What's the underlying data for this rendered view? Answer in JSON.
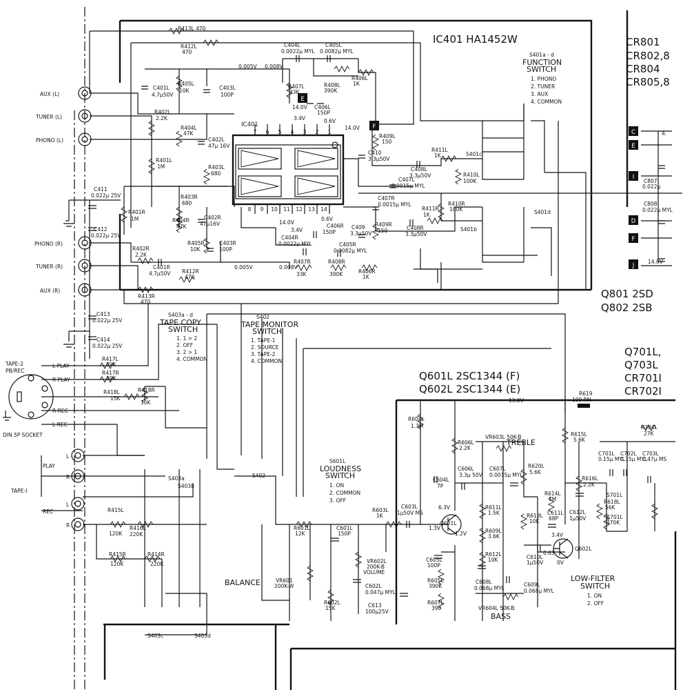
{
  "ic": {
    "title": "IC401  HA1452W",
    "body_label": "IC401",
    "pins_top": [
      "7",
      "6",
      "5",
      "4",
      "3",
      "2",
      "1"
    ],
    "pins_bottom": [
      "8",
      "9",
      "10",
      "11",
      "12",
      "13",
      "14"
    ],
    "node_E": "E",
    "node_F": "F"
  },
  "top_right": {
    "cr_lines": [
      "CR801",
      "CR802,8",
      "CR804",
      "CR805,8"
    ],
    "q_lines": [
      "Q801  2SD",
      "Q802  2SB"
    ],
    "q7_lines": [
      "Q701L,",
      "Q703L",
      "CR701I",
      "CR702I"
    ]
  },
  "transistors": {
    "q601": "Q601L    2SC1344 (F)",
    "q602": "Q602L    2SC1344 (E)"
  },
  "function_switch": {
    "ref": "S401a - d",
    "title1": "FUNCTION",
    "title2": "SWITCH",
    "items": [
      "1. PHONO",
      "2. TUNER",
      "3. AUX",
      "4. COMMON"
    ],
    "s401c": "S401c",
    "s401b": "S401b",
    "s401d": "S401d"
  },
  "tape_copy": {
    "ref": "S403a - d",
    "title1": "TAPE COPY",
    "title2": "SWITCH",
    "items": [
      "1. 1 > 2",
      "2. OFF",
      "3. 2 > 1",
      "4. COMMON"
    ],
    "s403a": "S403a",
    "s403b": "S403b",
    "s403c": "S403c",
    "s403d": "S403d"
  },
  "tape_monitor": {
    "ref": "S402",
    "title1": "TAPE MONITOR",
    "title2": "SWITCH",
    "items": [
      "1. TAPE-1",
      "2. SOURCE",
      "3. TAPE-2",
      "4. COMMON"
    ],
    "sw": "S402"
  },
  "loudness": {
    "ref": "S601L",
    "title1": "LOUDNESS",
    "title2": "SWITCH",
    "items": [
      "1. ON",
      "2. COMMON",
      "3. OFF"
    ]
  },
  "low_filter": {
    "title1": "LOW-FILTER",
    "title2": "SWITCH",
    "items": [
      "1. ON",
      "2. OFF"
    ]
  },
  "jacks": {
    "aux_l": "AUX (L)",
    "tuner_l": "TUNER (L)",
    "phono_l": "PHONO (L)",
    "phono_r": "PHONO (R)",
    "tuner_r": "TUNER (R)",
    "aux_r": "AUX (R)",
    "tape2": "TAPE-2",
    "pbrec": "PB/REC",
    "din": "DIN 5P SOCKET",
    "l_play": "L  PLAY",
    "r_play": "R  PLAY",
    "l_rec": "L  REC",
    "r_rec": "R  REC",
    "play": "PLAY",
    "rec": "REC",
    "tape1": "TAPE-I",
    "l": "L",
    "r": "R"
  },
  "labels": {
    "balance": "BALANCE",
    "treble": "TREBLE",
    "bass": "BASS",
    "volume": "VOLUME",
    "rail": "13.0V",
    "r619": "R619",
    "r619v": "100 RN"
  },
  "components": {
    "r413l": "R413L 470",
    "r412l": "R412L",
    "r412l_v": "470",
    "c404l": "C404L",
    "c404l_v": "0.0022µ MYL",
    "c405l": "C405L",
    "c405l_v": "0.0082µ MYL",
    "c401l": "C401L",
    "c401l_v": "4.7µ50V",
    "r405l": "R405L",
    "r405l_v": "10K",
    "c403l": "C403L",
    "c403l_v": "100P",
    "r407l": "R407L",
    "r407l_v": "33K",
    "r408l": "R408L",
    "r408l_v": "390K",
    "r406l": "R406L",
    "r406l_v": "1K",
    "c406l": "C406L",
    "c406l_v": "150P",
    "r402l": "R402L",
    "r402l_v": "2.2K",
    "r404l": "R404L",
    "r404l_v": "47K",
    "c402l": "C402L",
    "c402l_v": "47µ 16V",
    "r403l": "R403L",
    "r403l_v": "680",
    "r401l": "R401L",
    "r401l_v": "1M",
    "r409l": "R409L",
    "r409l_v": "150",
    "c410": "C410",
    "c410_v": "3.3µ50V",
    "r411l": "R411L",
    "r411l_v": "1K",
    "c408l": "C408L",
    "c408l_v": "3.3µ50V",
    "r410l": "R410L",
    "r410l_v": "100K",
    "c407l": "C407L",
    "c407l_v": "0.0015µ MYL",
    "c407r": "C407R",
    "c407r_v": "0.0015µ MYL",
    "r411r": "R411R",
    "r411r_v": "1K",
    "r410r": "R410R",
    "r410r_v": "100K",
    "c411": "C411",
    "c411_v": "0.022µ 25V",
    "c412": "C412",
    "c412_v": "0.022µ 25V",
    "r401r": "R401R",
    "r401r_v": "1M",
    "r403r": "R403R",
    "r403r_v": "680",
    "r404r": "R404R",
    "r404r_v": "47K",
    "c402r": "C402R",
    "c402r_v": "47µ16V",
    "r406r_top": "C406R",
    "c406r_v": "150P",
    "r409r": "R409R",
    "r409r_v": "150",
    "c409": "C409",
    "c409_v": "3.3µ50V",
    "c408r": "C408R",
    "c408r_v": "3.3µ50V",
    "r402r": "R402R",
    "r402r_v": "2.2K",
    "r405r": "R405R",
    "r405r_v": "10K",
    "c403r": "C403R",
    "c403r_v": "100P",
    "c404r": "C404R",
    "c404r_v": "0.0022µ MYL",
    "c405r": "C405R",
    "c405r_v": "0.0082µ MYL",
    "c401r": "C401R",
    "c401r_v": "4.7µ50V",
    "r412r": "R412R",
    "r412r_v": "470",
    "r407r": "R407R",
    "r407r_v": "33K",
    "r408r": "R408R",
    "r408r_v": "390K",
    "r406r": "R406R",
    "r406r_v": "1K",
    "r413r": "R413R",
    "r413r_v": "470",
    "c413": "C413",
    "c413_v": "0.022µ 25V",
    "c414": "C414",
    "c414_v": "0.022µ 25V",
    "r417l": "R417L",
    "r417l_v": "39K",
    "r417r": "R417R",
    "r417r_v": "39K",
    "r418l": "R418L",
    "r418l_v": "15K",
    "r418r": "R418R",
    "r418r_v": "15K",
    "r415l": "R415L",
    "r415l_v": "120K",
    "r416l": "R416L",
    "r416l_v": "220K",
    "r415r": "R415R",
    "r415r_v": "120K",
    "r414r": "R414R",
    "r414r_v": "220K",
    "r601l": "R601L",
    "r601l_v": "12K",
    "c601l": "C601L",
    "c601l_v": "150P",
    "vr601": "VR601",
    "vr601_v": "200K-W",
    "vr602l": "VR602L",
    "vr602l_v": "200K-B",
    "r602l": "R602L",
    "r602l_v": "15K",
    "c602l": "C602L",
    "c602l_v": "0.047µ MYL",
    "c613": "C613",
    "c613_v": "100µ25V",
    "r603l": "R603L",
    "r603l_v": "1K",
    "c603l": "C603L",
    "c603l_v": "1µ50V MS",
    "r604l": "R604L",
    "r604l_v": "1.3M",
    "c604l": "C604L",
    "c604l_v": "7P",
    "c606l": "C606L",
    "c606l_v": "3.3µ 50V",
    "r606l": "R606L",
    "r606l_v": "2.2K",
    "c605l": "C605L",
    "c605l_v": "100P",
    "r605l": "R605L",
    "r605l_v": "390K",
    "r607l": "R607L",
    "r607l_v": "390",
    "vr603l": "VR603L 50K-B",
    "c607l": "C607L",
    "c607l_v": "0.0015µ MYL",
    "r611l": "R611L",
    "r611l_v": "1.5K",
    "r609l": "R609L",
    "r609l_v": "3.6K",
    "r612l": "R612L",
    "r612l_v": "10K",
    "c608l": "C608L",
    "c608l_v": "0.068µ MYL",
    "c609l": "C609L",
    "c609l_v": "0.068µ MYL",
    "vr604l": "VR604L 50K-B",
    "r620l": "R620L",
    "r620l_v": "5.6K",
    "r613l": "R613L",
    "r613l_v": "10K",
    "c610l": "C610L",
    "c610l_v": "1µ50V",
    "c611l": "C611L",
    "c611l_v": "68P",
    "r614l": "R614L",
    "r614l_v": "1M",
    "c612l": "C612L",
    "c612l_v": "1µ50V",
    "r615l": "R615L",
    "r615l_v": "5.6K",
    "r616l": "R616L",
    "r616l_v": "2.2K",
    "r618l": "R618L",
    "r618l_v": "56K",
    "c701l": "C701L",
    "c701l_v": "0.15µ MYL",
    "c702l": "C702L",
    "c702l_v": "0.15µ MYL",
    "c703l": "C703L",
    "c703l_v": "0.47µ MS",
    "r704l": "R704L",
    "r704l_v": "27K",
    "r701l": "R701L",
    "r701l_v": "470K",
    "s701l": "S701L",
    "c807": "C807",
    "c807_v": "0.022µ",
    "c808": "C808",
    "c808_v": "0.022µ MYL"
  },
  "voltages": {
    "v1": "0.005V",
    "v2": "0.008V",
    "v3": "14.0V",
    "v4": "3.4V",
    "v5": "0.6V",
    "v6": "14.0V",
    "v7": "14.0V",
    "v8": "3.4V",
    "v9": "0.6V",
    "v10": "0.005V",
    "v11": "0.008V",
    "v12": "6.3V",
    "v13": "1.3V",
    "v14": "1.2V",
    "v15": "3.4V",
    "v16": "0.63",
    "v17": "0V",
    "v18": "14.0V",
    "v19": "4."
  },
  "q_labels": {
    "q601": "Q601L",
    "q602": "Q602L"
  },
  "nodes": {
    "c": "C",
    "e": "E",
    "i": "I",
    "d": "D",
    "f": "F",
    "j": "J"
  }
}
